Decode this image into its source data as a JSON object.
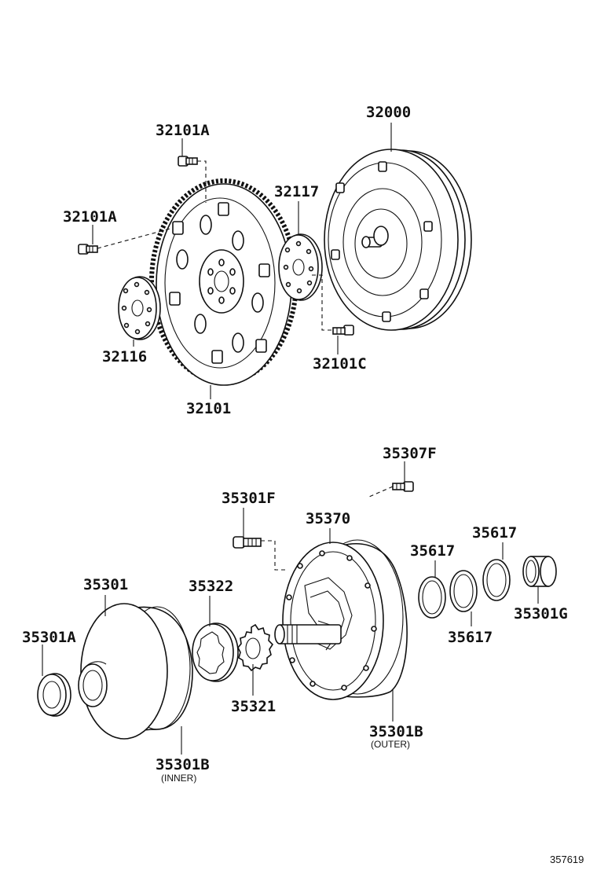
{
  "labels": {
    "p32000": "32000",
    "p32101A_top": "32101A",
    "p32101A_left": "32101A",
    "p32117": "32117",
    "p32116": "32116",
    "p32101C": "32101C",
    "p32101": "32101",
    "p35307F": "35307F",
    "p35301F": "35301F",
    "p35370": "35370",
    "p35617_a": "35617",
    "p35617_b": "35617",
    "p35617_c": "35617",
    "p35301": "35301",
    "p35322": "35322",
    "p35301A": "35301A",
    "p35301G": "35301G",
    "p35321": "35321",
    "p35301B_outer": "35301B",
    "p35301B_inner": "35301B",
    "outer_note": "(OUTER)",
    "inner_note": "(INNER)"
  },
  "figure_ref": "357619"
}
